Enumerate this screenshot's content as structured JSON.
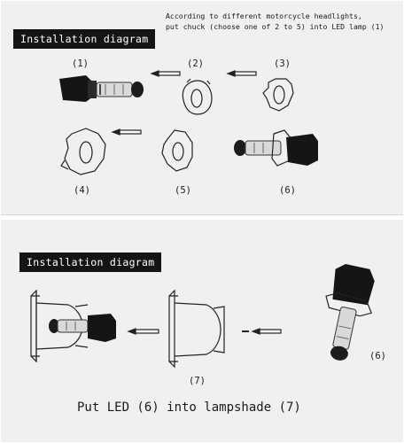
{
  "top_panel": {
    "title": "Installation diagram",
    "note_line1": "According to different motorcycle headlights,",
    "note_line2": "put chuck (choose one of 2 to 5)  into LED lamp (1)",
    "labels": [
      "(1)",
      "(2)",
      "(3)",
      "(4)",
      "(5)",
      "(6)"
    ]
  },
  "bottom_panel": {
    "title": "Installation diagram",
    "label_lampshade": "(7)",
    "label_led": "(6)",
    "caption": "Put LED  (6)  into lampshade (7)"
  },
  "colors": {
    "title_bg": "#141414",
    "panel_bg": "#f1f0ee",
    "line": "#222222"
  }
}
